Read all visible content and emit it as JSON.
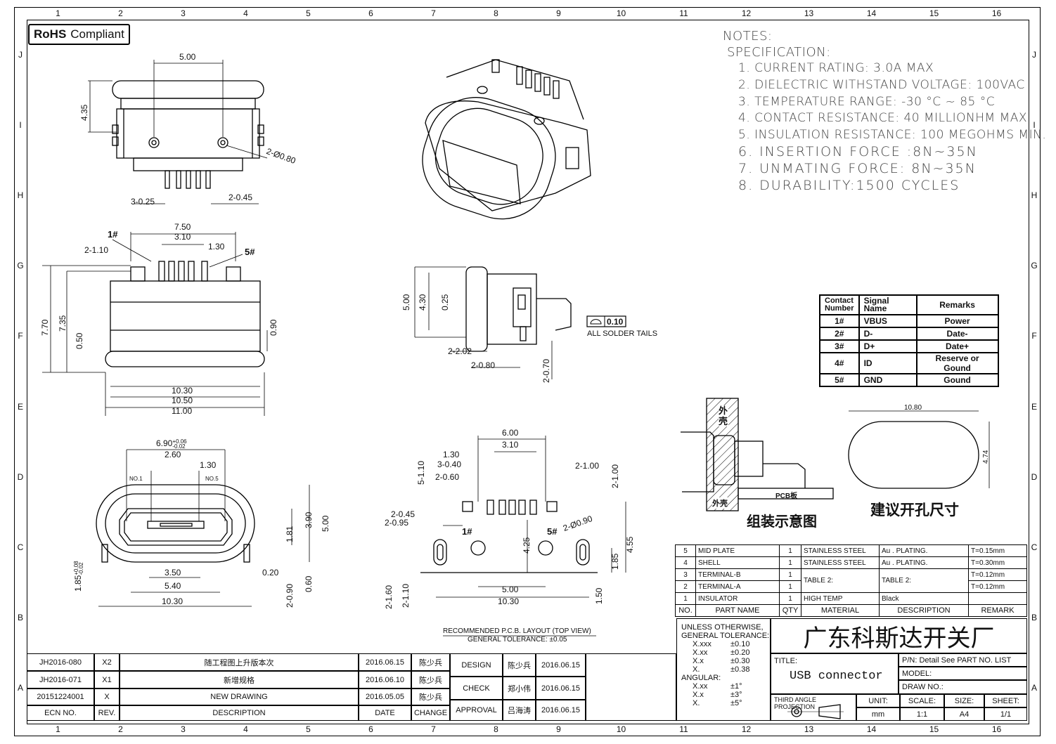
{
  "badge": {
    "bold": "RoHS",
    "text": "Compliant"
  },
  "zones": {
    "columns": [
      "1",
      "2",
      "3",
      "4",
      "5",
      "6",
      "7",
      "8",
      "9",
      "10",
      "11",
      "12",
      "13",
      "14",
      "15",
      "16"
    ],
    "rows": [
      "J",
      "I",
      "H",
      "G",
      "F",
      "E",
      "D",
      "C",
      "B",
      "A"
    ]
  },
  "notes": {
    "title": "NOTES:",
    "subtitle": "SPECIFICATION:",
    "items": [
      "1. CURRENT RATING: 3.0A MAX",
      "2. DIELECTRIC WITHSTAND VOLTAGE: 100VAC",
      "3. TEMPERATURE RANGE: -30 °C ~ 85 °C",
      "4. CONTACT RESISTANCE: 40 MILLIONHM MAX",
      "5. INSULATION RESISTANCE: 100 MEGOHMS MIN.",
      "6. INSERTION FORCE :8N~35N",
      "7. UNMATING FORCE: 8N~35N",
      "8. DURABILITY:1500 CYCLES"
    ]
  },
  "dims": {
    "top": {
      "d500": "5.00",
      "d435": "4.35",
      "d080": "2-Ø0.80",
      "d325": "3-0.25",
      "d245": "2-0.45"
    },
    "front": {
      "d750": "7.50",
      "d310": "3.10",
      "d210": "2-1.10",
      "d130": "1.30",
      "p1": "1#",
      "p5": "5#",
      "d770": "7.70",
      "d735": "7.35",
      "d050": "0.50",
      "d090": "0.90",
      "d1030": "10.30",
      "d1050": "10.50",
      "d1100": "11.00"
    },
    "side": {
      "d500": "5.00",
      "d430": "4.30",
      "d025": "0.25",
      "d202": "2-2.02",
      "d280": "2-0.80",
      "d270": "2-0.70",
      "flat": "0.10",
      "tails": "ALL SOLDER TAILS"
    },
    "face": {
      "d690": "6.90",
      "tol_up": "+0.06",
      "tol_dn": "-0.02",
      "d260": "2.60",
      "d130": "1.30",
      "no1": "NO.1",
      "no5": "NO.5",
      "d390": "3.90",
      "d500": "5.00",
      "d181": "1.81",
      "d185": "1.85",
      "t185up": "+0.08",
      "t185dn": "-0.02",
      "d350": "3.50",
      "d540": "5.40",
      "d020": "0.20",
      "d290": "2-0.90",
      "d060": "0.60",
      "d1030": "10.30"
    },
    "pcb": {
      "d600": "6.00",
      "d310": "3.10",
      "d130": "1.30",
      "d340": "3-0.40",
      "d260": "2-0.60",
      "d510": "5-1.10",
      "d2100": "2-1.00",
      "d2100b": "2-1.00",
      "d245": "2-0.45",
      "d295": "2-0.95",
      "p1": "1#",
      "p5": "5#",
      "d290": "2-Ø0.90",
      "d425": "4.25",
      "d455": "4.55",
      "d185": "1.85",
      "d500": "5.00",
      "d1030": "10.30",
      "d160": "2-1.60",
      "d110": "2-1.10",
      "d150": "1.50",
      "caption1": "RECOMMENDED P.C.B. LAYOUT (TOP VIEW)",
      "caption2": "GENERAL TOLERANCE: ±0.05"
    },
    "cutout": {
      "d1080": "10.80",
      "d474": "4.74"
    }
  },
  "assembly": {
    "shell_top": "外壳",
    "shell_bot": "外壳",
    "pcb": "PCB板",
    "title": "组装示意图",
    "cutout_title": "建议开孔尺寸"
  },
  "contact_table": {
    "headers": [
      "Contact Number",
      "Signal Name",
      "Remarks"
    ],
    "rows": [
      [
        "1#",
        "VBUS",
        "Power"
      ],
      [
        "2#",
        "D-",
        "Date-"
      ],
      [
        "3#",
        "D+",
        "Date+"
      ],
      [
        "4#",
        "ID",
        "Reserve or Gound"
      ],
      [
        "5#",
        "GND",
        "Gound"
      ]
    ]
  },
  "parts_table": {
    "rows": [
      [
        "5",
        "MID PLATE",
        "1",
        "STAINLESS STEEL",
        "Au . PLATING.",
        "T=0.15mm"
      ],
      [
        "4",
        "SHELL",
        "1",
        "STAINLESS STEEL",
        "Au . PLATING.",
        "T=0.30mm"
      ],
      [
        "3",
        "TERMINAL-B",
        "1",
        "TABLE 2:",
        "TABLE 2:",
        "T=0.12mm"
      ],
      [
        "2",
        "TERMINAL-A",
        "1",
        "",
        "",
        "T=0.12mm"
      ],
      [
        "1",
        "INSULATOR",
        "1",
        "HIGH TEMP",
        "Black",
        ""
      ]
    ],
    "header": [
      "NO.",
      "PART NAME",
      "QTY",
      "MATERIAL",
      "DESCRIPTION",
      "REMARK"
    ]
  },
  "tolerance": {
    "title1": "UNLESS OTHERWISE,",
    "title2": "GENERAL TOLERANCE:",
    "rows": [
      [
        "X.xxx",
        "±0.10"
      ],
      [
        "X.xx",
        "±0.20"
      ],
      [
        "X.x",
        "±0.30"
      ],
      [
        "X.",
        "±0.38"
      ]
    ],
    "angular": "ANGULAR:",
    "arows": [
      [
        "X.xx",
        "±1°"
      ],
      [
        "X.x",
        "±3°"
      ],
      [
        "X.",
        "±5°"
      ]
    ]
  },
  "title_block": {
    "company": "广东科斯达开关厂",
    "title_label": "TITLE:",
    "title": "USB connector",
    "pn": "P/N: Detail See PART NO. LIST",
    "model": "MODEL:",
    "drawno": "DRAW NO.:",
    "projection": "THIRD ANGLE PROJECTION",
    "unit_label": "UNIT:",
    "unit": "mm",
    "scale_label": "SCALE:",
    "scale": "1:1",
    "size_label": "SIZE:",
    "size": "A4",
    "sheet_label": "SHEET:",
    "sheet": "1/1"
  },
  "revisions": {
    "rows": [
      [
        "JH2016-080",
        "X2",
        "随工程图上升版本次",
        "2016.06.15",
        "陈少兵"
      ],
      [
        "JH2016-071",
        "X1",
        "新增规格",
        "2016.06.10",
        "陈少兵"
      ],
      [
        "20151224001",
        "X",
        "NEW DRAWING",
        "2016.05.05",
        "陈少兵"
      ]
    ],
    "header": [
      "ECN NO.",
      "REV.",
      "DESCRIPTION",
      "DATE",
      "CHANGE"
    ]
  },
  "approvals": {
    "rows": [
      [
        "DESIGN",
        "陈少兵",
        "2016.06.15"
      ],
      [
        "CHECK",
        "郑小伟",
        "2016.06.15"
      ],
      [
        "APPROVAL",
        "吕海涛",
        "2016.06.15"
      ]
    ]
  }
}
